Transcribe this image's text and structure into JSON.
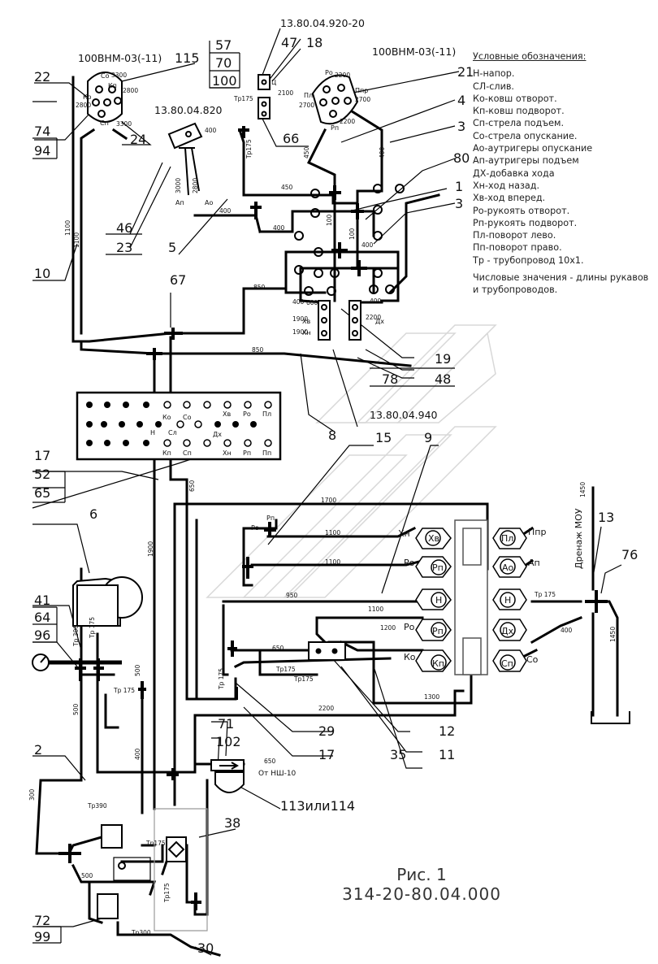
{
  "legend": {
    "title": "Условные обозначения:",
    "items": [
      "Н-напор.",
      "СЛ-слив.",
      "Ко-ковш отворот.",
      "Кп-ковш подворот.",
      "Сп-стрела подъем.",
      "Со-стрела опускание.",
      "Ао-аутригеры опускание",
      "Ап-аутригеры подъем",
      "ДХ-добавка хода",
      "Хн-ход назад.",
      "Хв-ход вперед.",
      "Ро-рукоять отворот.",
      "Рп-рукоять подворот.",
      "Пл-поворот лево.",
      "Пп-поворот право.",
      "Тр - трубопровод 10х1."
    ],
    "note": "Числовые значения - длины рукавов и трубопроводов."
  },
  "figure": {
    "caption": "Рис. 1",
    "number": "314-20-80.04.000"
  },
  "refs": {
    "r22": "22",
    "r74": "74",
    "r94": "94",
    "r24": "24",
    "r115": "115",
    "r57": "57",
    "r70": "70",
    "r100": "100",
    "r47": "47",
    "r18": "18",
    "r66": "66",
    "r21": "21",
    "r4": "4",
    "r3a": "3",
    "r80": "80",
    "r1": "1",
    "r3b": "3",
    "r46": "46",
    "r23": "23",
    "r5": "5",
    "r10": "10",
    "r67": "67",
    "r19": "19",
    "r78": "78",
    "r48": "48",
    "r8": "8",
    "r15": "15",
    "r9": "9",
    "r17a": "17",
    "r52": "52",
    "r65": "65",
    "r6": "6",
    "r13": "13",
    "r76": "76",
    "r41": "41",
    "r64": "64",
    "r96": "96",
    "r29": "29",
    "r17b": "17",
    "r12": "12",
    "r35": "35",
    "r11": "11",
    "r2": "2",
    "r71": "71",
    "r102": "102",
    "r113": "113или114",
    "r38": "38",
    "r72": "72",
    "r99": "99",
    "r30": "30"
  },
  "codes": {
    "valve_left": "100ВНМ-03(-11)",
    "valve_right": "100ВНМ-03(-11)",
    "block_top": "13.80.04.920-20",
    "block_mid": "13.80.04.820",
    "block_940": "13.80.04.940",
    "from_pump": "От НШ-10",
    "drain": "Дренаж МОУ"
  },
  "lengths": {
    "l3300a": "3300",
    "l2800a": "2800",
    "l2800b": "2800",
    "l3300b": "3300",
    "l2200a": "2200",
    "l2700a": "2700",
    "l2700b": "2700",
    "l2200b": "2200",
    "l2100": "2100",
    "ltr175a": "Тр175",
    "ltr175b": "Тр175",
    "l400a": "400",
    "l3000": "3000",
    "l2800c": "2800",
    "l450a": "450",
    "l450b": "450",
    "l400b": "400",
    "l400c": "400",
    "l400d": "400",
    "l100a": "100",
    "l100b": "100",
    "l400e": "400",
    "l400f": "400",
    "l400g": "400",
    "l1100a": "1100",
    "l1100b": "1100",
    "l850a": "850",
    "l850b": "850",
    "l600": "600",
    "l1900a": "1900",
    "l1900b": "1900",
    "l2200c": "2200",
    "l650a": "650",
    "l1700": "1700",
    "l1100c": "1100",
    "l1100d": "1100",
    "l950": "950",
    "l1100e": "1100",
    "l1200": "1200",
    "l650b": "650",
    "ltr175c": "Тр175",
    "ltr175d": "Тр175",
    "l1300": "1300",
    "l2200d": "2200",
    "l1900c": "1900",
    "ltr300": "Тр 300",
    "ltr175e": "Тр 175",
    "ltr175f": "Тр 175",
    "l500a": "500",
    "l500b": "500",
    "l400h": "400",
    "l300": "300",
    "l650c": "650",
    "ltr390": "Тр390",
    "ltr175g": "Тр175",
    "ltr175h": "Тр175",
    "l500c": "500",
    "ltr300b": "Тр300",
    "ltr175i": "Тр 175",
    "l400i": "400",
    "l1450a": "1450",
    "l1450b": "1450"
  },
  "port_labels": {
    "Co": "Со",
    "Kp": "Кп",
    "Ko": "Ко",
    "Sp": "Сп",
    "Ro": "Ро",
    "Ppr": "Ппр",
    "Pl": "Пл",
    "Rp": "Рп",
    "Ao": "Ао",
    "Ap": "Ап",
    "Ck": "Ц",
    "Xv": "Хв",
    "Xn": "Хн",
    "Dx": "Дх",
    "pKo": "Ко",
    "pSo": "Со",
    "pXv": "Хв",
    "pRo": "Ро",
    "pPl": "Пл",
    "pN": "Н",
    "pSl": "Сл",
    "pDx": "Дх",
    "pKp": "Кп",
    "pSp": "Сп",
    "pXn": "Хн",
    "pRp": "Рп",
    "pPp": "Пп",
    "mXn": "Хн",
    "mXv": "Хв",
    "mPl": "Пл",
    "mPpr": "Ппр",
    "mRo": "Ро",
    "mRp": "Рп",
    "mAo": "Ао",
    "mAp": "Ап",
    "mN1": "Н",
    "mN2": "Н",
    "mRo2": "Ро",
    "mRp2": "Рп",
    "mDx": "Дх",
    "mKo": "Ко",
    "mKp": "Кп",
    "mSp": "Сп",
    "mSo": "Со",
    "mRp3": "Рп",
    "mRo3": "Ро"
  }
}
